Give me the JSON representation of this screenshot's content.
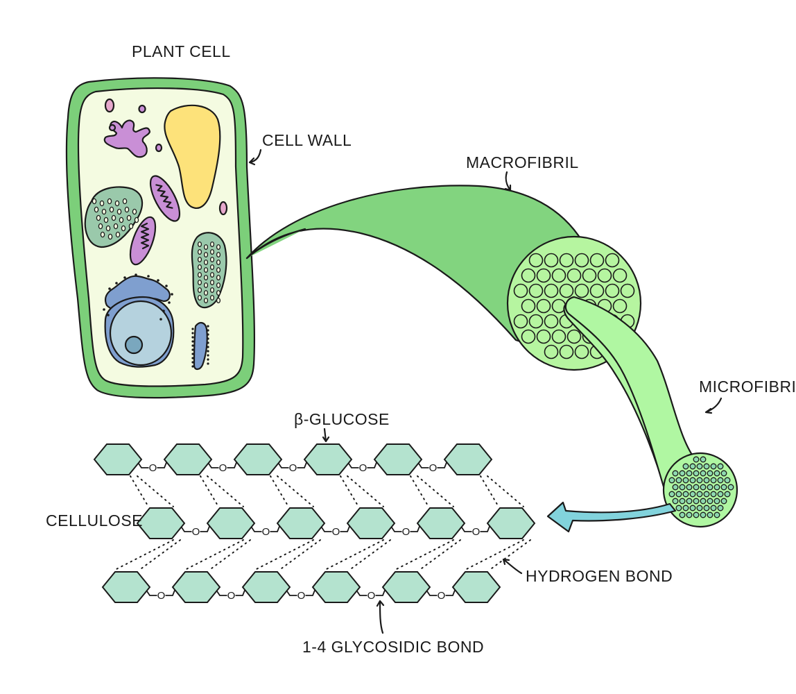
{
  "labels": {
    "plant_cell": "PLANT CELL",
    "cell_wall": "CELL WALL",
    "macrofibril": "MACROFIBRIL",
    "microfibril": "MICROFIBRIL",
    "beta_glucose": "β-GLUCOSE",
    "cellulose": "CELLULOSE",
    "hydrogen_bond": "HYDROGEN BOND",
    "glycosidic_bond": "1-4 GLYCOSIDIC BOND",
    "oxygen_link": "O"
  },
  "colors": {
    "cell_wall": "#7ccf7a",
    "cytoplasm": "#f4fbe1",
    "vacuole": "#fde27a",
    "golgi": "#c98fd6",
    "mitochondrion": "#c98fd6",
    "chloroplast": "#9ac9ab",
    "nucleus": "#b5d2de",
    "er": "#7f9fcf",
    "macrofibril": "#82d47f",
    "macro_circles": "#b6f5a0",
    "microfibril": "#b0f7a2",
    "micro_circles": "#8ed9b0",
    "arrow": "#82d3dc",
    "glucose": "#b4e3cf"
  },
  "cellulose": {
    "rows": 3,
    "glucose_per_row": 6
  }
}
